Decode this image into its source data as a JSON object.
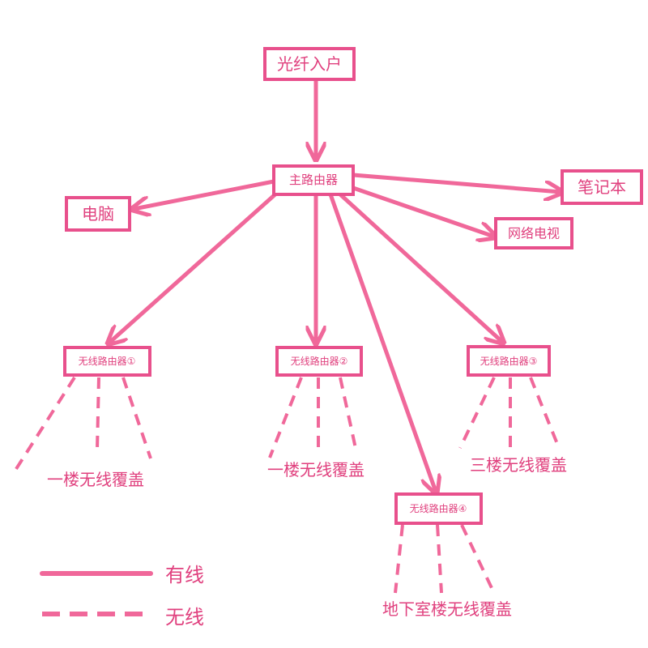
{
  "colors": {
    "line": "#f0689a",
    "box_border": "#e8508c",
    "text": "#e0407e"
  },
  "nodes": {
    "fiber": "光纤入户",
    "main_router": "主路由器",
    "computer": "电脑",
    "laptop": "笔记本",
    "network_tv": "网络电视",
    "wireless_router_1": "无线路由器①",
    "wireless_router_2": "无线路由器②",
    "wireless_router_3": "无线路由器③",
    "wireless_router_4": "无线路由器④"
  },
  "coverage": {
    "floor_1_a": "一楼无线覆盖",
    "floor_1_b": "一楼无线覆盖",
    "floor_3": "三楼无线覆盖",
    "basement": "地下室楼无线覆盖"
  },
  "legend": {
    "wired": "有线",
    "wireless": "无线"
  }
}
